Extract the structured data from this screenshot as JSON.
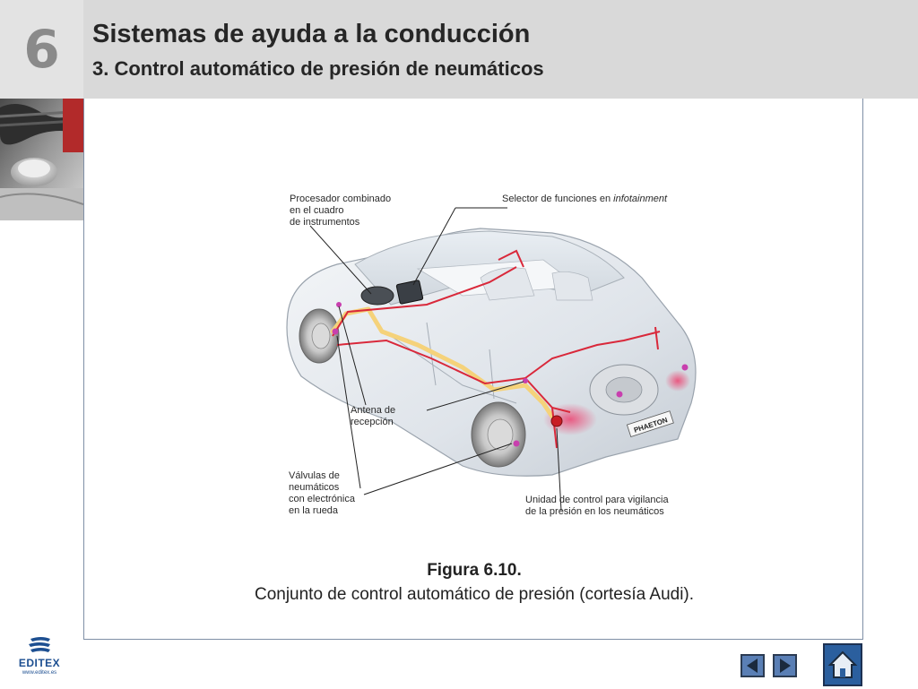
{
  "header": {
    "chapter_number": "6",
    "title": "Sistemas de ayuda a la conducción",
    "subtitle": "3. Control automático de presión de neumáticos"
  },
  "figure": {
    "labels": {
      "processor": [
        "Procesador combinado",
        "en el cuadro",
        "de instrumentos"
      ],
      "selector_prefix": "Selector de funciones en ",
      "selector_italic": "infotainment",
      "antenna": [
        "Antena de",
        "recepción"
      ],
      "valves": [
        "Válvulas de",
        "neumáticos",
        "con electrónica",
        "en la rueda"
      ],
      "control_unit": [
        "Unidad de control para vigilancia",
        "de la presión en los neumáticos"
      ]
    },
    "plate_text": "PHAETON",
    "caption_title": "Figura 6.10.",
    "caption_text": "Conjunto de control automático de presión (cortesía Audi)."
  },
  "logo": {
    "name": "EDITEX",
    "url": "www.editex.es"
  },
  "navigation": {
    "prev_icon": "triangle-left-icon",
    "next_icon": "triangle-right-icon",
    "home_icon": "house-icon"
  },
  "colors": {
    "header_bg": "#d9d9d9",
    "frame_border": "#7f8fa6",
    "nav_button": "#5a7fb5",
    "home_button": "#2b5f9e",
    "logo_blue": "#1d4f91",
    "wiring_red": "#d9283a",
    "wiring_yellow": "#f5d27a"
  }
}
